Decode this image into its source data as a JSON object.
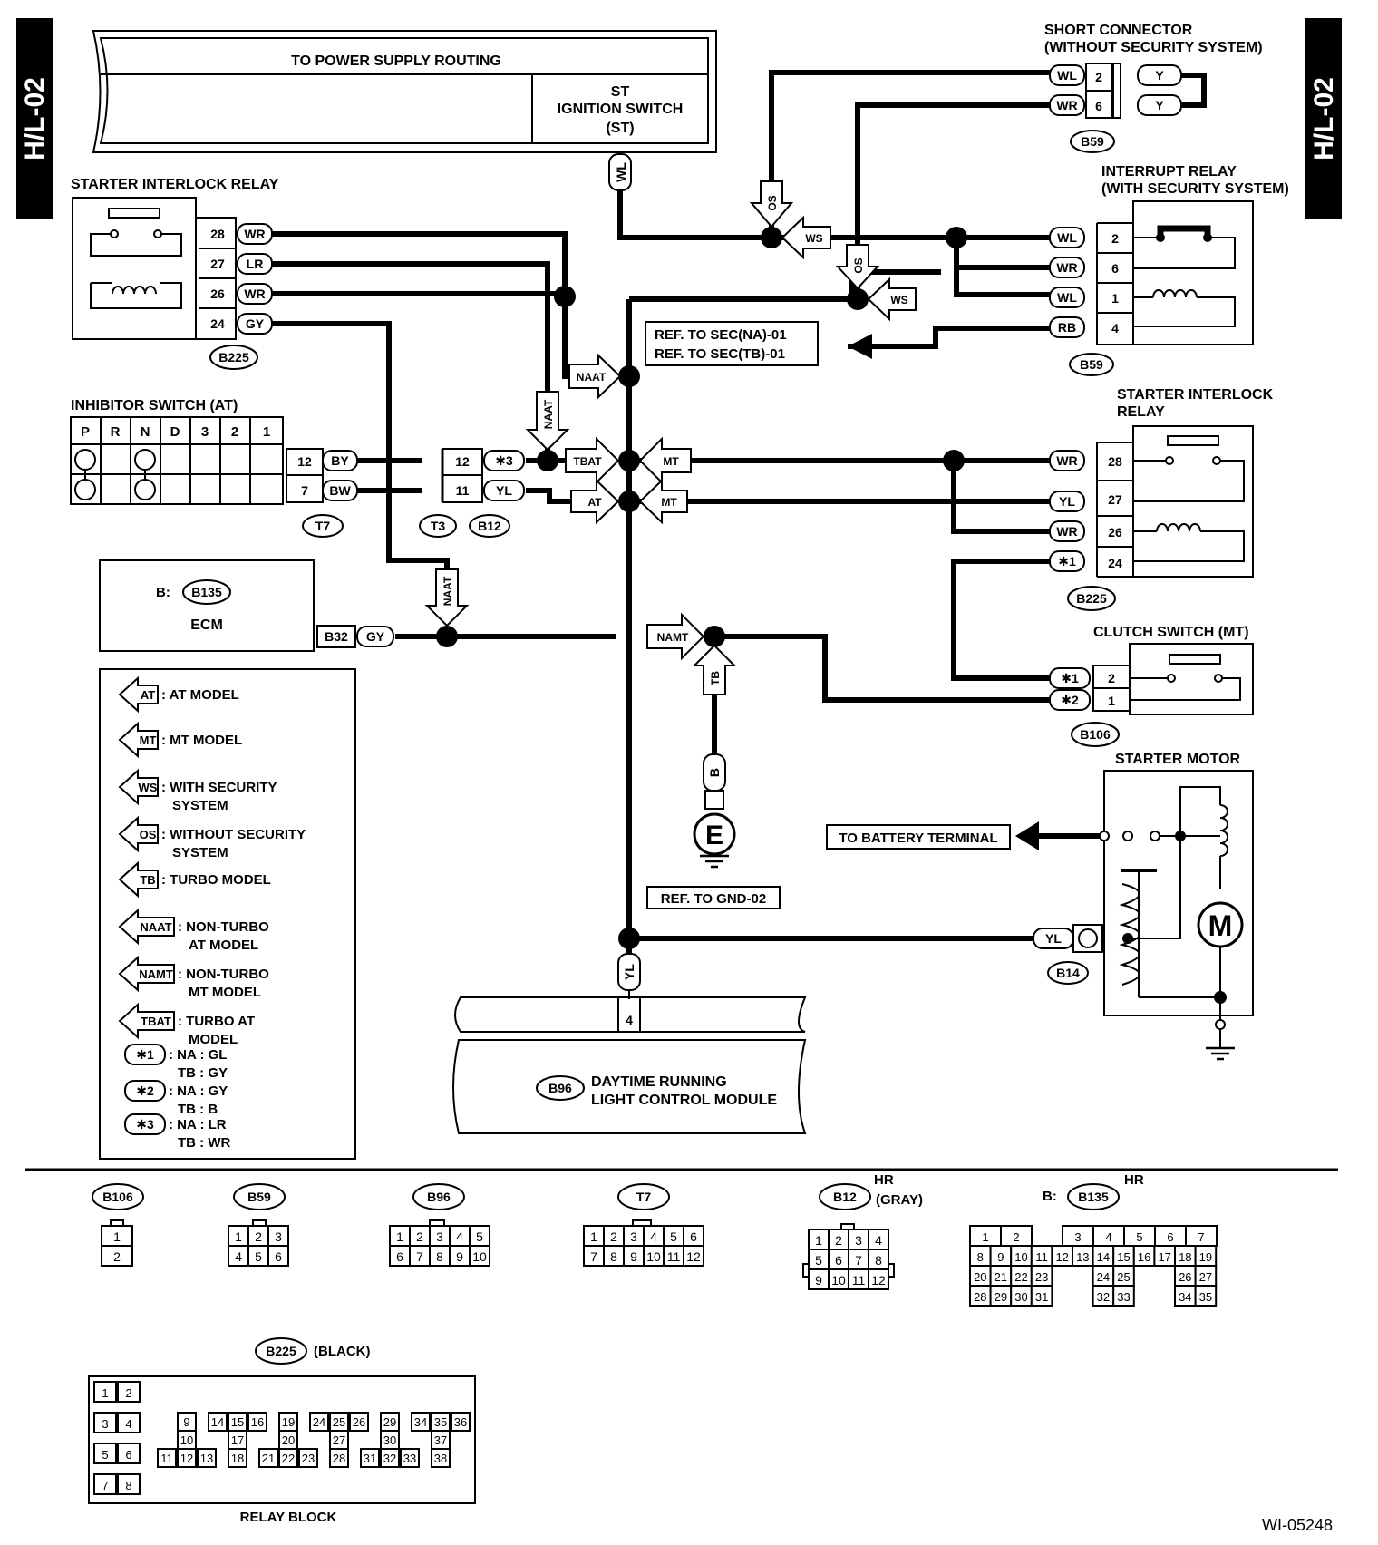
{
  "page": {
    "side_tab": "H/L-02",
    "figure_id": "WI-05248"
  },
  "blocks": {
    "power_supply": "TO POWER SUPPLY ROUTING",
    "ignition_lines": [
      "ST",
      "IGNITION SWITCH",
      "(ST)"
    ],
    "short_connector_title": [
      "SHORT CONNECTOR",
      "(WITHOUT SECURITY SYSTEM)"
    ],
    "starter_relay_title": "STARTER INTERLOCK RELAY",
    "interrupt_relay_title": [
      "INTERRUPT RELAY",
      "(WITH SECURITY SYSTEM)"
    ],
    "starter_relay_title_right": [
      "STARTER INTERLOCK",
      "RELAY"
    ],
    "ref_sec": [
      "REF. TO SEC(NA)-01",
      "REF. TO SEC(TB)-01"
    ],
    "inhibitor_title": "INHIBITOR SWITCH (AT)",
    "inhibitor_positions": [
      "P",
      "R",
      "N",
      "D",
      "3",
      "2",
      "1"
    ],
    "ecm_prefix": "B:",
    "ecm_connector": "B135",
    "ecm_label": "ECM",
    "ecm_pin": "B32",
    "clutch_title": "CLUTCH SWITCH (MT)",
    "starter_motor_title": "STARTER MOTOR",
    "battery_ref": "TO BATTERY TERMINAL",
    "gnd_ref": "REF. TO GND-02",
    "ground_letter": "E",
    "motor_letter": "M",
    "drl_connector": "B96",
    "drl_lines": [
      "DAYTIME RUNNING",
      "LIGHT CONTROL MODULE"
    ],
    "drl_pin": "4"
  },
  "wire_labels": {
    "WL": "WL",
    "WR": "WR",
    "LR": "LR",
    "GY": "GY",
    "Y": "Y",
    "RB": "RB",
    "BY": "BY",
    "BW": "BW",
    "YL": "YL",
    "B": "B",
    "star1": "✱1",
    "star2": "✱2",
    "star3": "✱3"
  },
  "model_tags": {
    "OS": "OS",
    "WS": "WS",
    "NAAT": "NAAT",
    "TBAT": "TBAT",
    "MT": "MT",
    "AT": "AT",
    "NAMT": "NAMT",
    "TB": "TB"
  },
  "pins": {
    "relay_left": [
      "28",
      "27",
      "26",
      "24"
    ],
    "short": [
      "2",
      "6"
    ],
    "interrupt": [
      "2",
      "6",
      "1",
      "4"
    ],
    "relay_right": [
      "28",
      "27",
      "26",
      "24"
    ],
    "inhibitor": [
      "12",
      "7"
    ],
    "t3": [
      "12",
      "11"
    ],
    "clutch": [
      "2",
      "1"
    ]
  },
  "connectors": {
    "B225": "B225",
    "B59": "B59",
    "T7": "T7",
    "T3": "T3",
    "B12": "B12",
    "B106": "B106",
    "B14": "B14"
  },
  "legend": [
    {
      "tag": "AT",
      "lines": [
        ": AT MODEL"
      ]
    },
    {
      "tag": "MT",
      "lines": [
        ": MT MODEL"
      ]
    },
    {
      "tag": "WS",
      "lines": [
        ": WITH SECURITY",
        "SYSTEM"
      ]
    },
    {
      "tag": "OS",
      "lines": [
        ": WITHOUT SECURITY",
        "SYSTEM"
      ]
    },
    {
      "tag": "TB",
      "lines": [
        ": TURBO MODEL"
      ]
    },
    {
      "tag": "NAAT",
      "lines": [
        ": NON-TURBO",
        "AT MODEL"
      ]
    },
    {
      "tag": "NAMT",
      "lines": [
        ": NON-TURBO",
        "MT MODEL"
      ]
    },
    {
      "tag": "TBAT",
      "lines": [
        ": TURBO AT",
        "MODEL"
      ]
    }
  ],
  "notes": [
    {
      "mark": "✱1",
      "na": ": NA  : GL",
      "tb": "TB  : GY"
    },
    {
      "mark": "✱2",
      "na": ": NA  : GY",
      "tb": "TB  : B"
    },
    {
      "mark": "✱3",
      "na": ": NA  : LR",
      "tb": "TB   : WR"
    }
  ],
  "connector_views": {
    "B106": {
      "label": "B106",
      "cells": [
        "1",
        "2"
      ]
    },
    "B59": {
      "label": "B59",
      "cells": [
        "1",
        "2",
        "3",
        "4",
        "5",
        "6"
      ]
    },
    "B96": {
      "label": "B96",
      "cells": [
        "1",
        "2",
        "3",
        "4",
        "5",
        "6",
        "7",
        "8",
        "9",
        "10"
      ]
    },
    "T7": {
      "label": "T7",
      "cells": [
        "1",
        "2",
        "3",
        "4",
        "5",
        "6",
        "7",
        "8",
        "9",
        "10",
        "11",
        "12"
      ]
    },
    "B12": {
      "label": "B12",
      "note_top": "HR",
      "note": "(GRAY)",
      "cells": [
        "1",
        "2",
        "3",
        "4",
        "5",
        "6",
        "7",
        "8",
        "9",
        "10",
        "11",
        "12"
      ]
    },
    "B135": {
      "prefix": "B:",
      "label": "B135",
      "note_top": "HR",
      "cells": [
        "1",
        "2",
        "3",
        "4",
        "5",
        "6",
        "7",
        "8",
        "9",
        "10",
        "11",
        "12",
        "13",
        "14",
        "15",
        "16",
        "17",
        "18",
        "19",
        "20",
        "21",
        "22",
        "23",
        "24",
        "25",
        "26",
        "27",
        "28",
        "29",
        "30",
        "31",
        "32",
        "33",
        "34",
        "35"
      ]
    },
    "B225": {
      "label": "B225",
      "note": "(BLACK)",
      "caption": "RELAY BLOCK",
      "cells": [
        "1",
        "2",
        "3",
        "4",
        "5",
        "6",
        "7",
        "8",
        "9",
        "10",
        "11",
        "12",
        "13",
        "14",
        "15",
        "16",
        "17",
        "18",
        "19",
        "20",
        "21",
        "22",
        "23",
        "24",
        "25",
        "26",
        "27",
        "28",
        "29",
        "30",
        "31",
        "32",
        "33",
        "34",
        "35",
        "36",
        "37",
        "38"
      ]
    }
  }
}
